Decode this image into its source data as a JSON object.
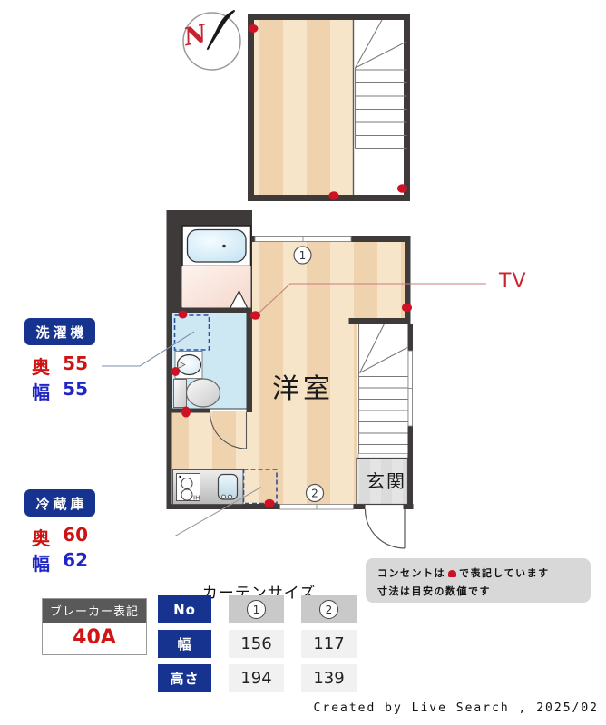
{
  "colors": {
    "wall": "#3e3a39",
    "floor_light": "#f6e5c9",
    "floor_dark": "#eed3ae",
    "washroom_blue": "#cde8f2",
    "outlet_red": "#cf1126",
    "label_navy": "#16338f",
    "dim_red": "#cc1414",
    "dim_blue": "#2026c4",
    "entrance_gray": "#e4e4e4"
  },
  "compass": {
    "label": "N"
  },
  "plan": {
    "room_label": "洋室",
    "entrance_label": "玄関",
    "tv_label": "TV",
    "window1_num": "1",
    "window2_num": "2",
    "ih_label": "IH"
  },
  "washer": {
    "title": "洗濯機",
    "depth_label": "奥",
    "depth_value": "55",
    "width_label": "幅",
    "width_value": "55"
  },
  "fridge": {
    "title": "冷蔵庫",
    "depth_label": "奥",
    "depth_value": "60",
    "width_label": "幅",
    "width_value": "62"
  },
  "breaker": {
    "title": "ブレーカー表記",
    "value": "40A"
  },
  "curtain_table": {
    "title": "カーテンサイズ",
    "no_header": "No",
    "columns": [
      "1",
      "2"
    ],
    "rows": [
      {
        "label": "幅",
        "values": [
          "156",
          "117"
        ]
      },
      {
        "label": "高さ",
        "values": [
          "194",
          "139"
        ]
      }
    ]
  },
  "notes": {
    "line1_prefix": "コンセントは",
    "line1_suffix": "で表記しています",
    "line2": "寸法は目安の数値です"
  },
  "credit": "Created by Live Search , 2025/02"
}
